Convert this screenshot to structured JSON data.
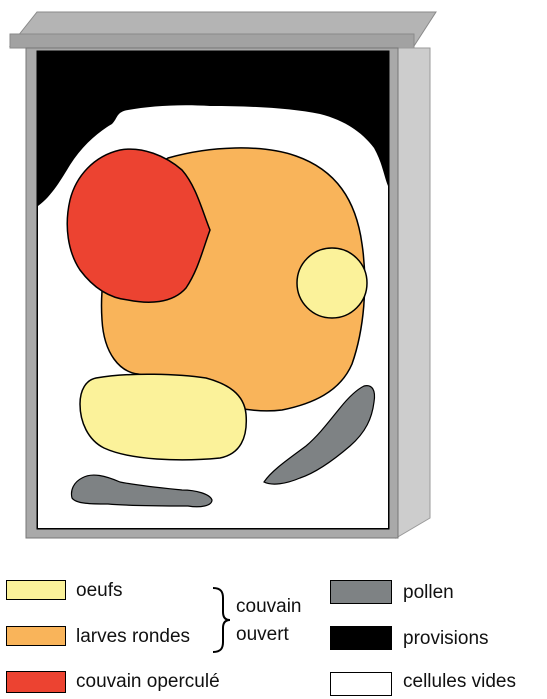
{
  "colors": {
    "oeufs": "#FBF29A",
    "larves_rondes": "#F9B45A",
    "couvain_opercule": "#EC4331",
    "pollen": "#7E8284",
    "provisions": "#000000",
    "cellules_vides": "#FFFFFF",
    "frame_side": "#C8C8C8",
    "frame_top": "#A6A6A6",
    "frame_edge": "#8A8A8A"
  },
  "legend": {
    "oeufs": "oeufs",
    "larves_rondes": "larves rondes",
    "couvain_opercule": "couvain operculé",
    "couvain_ouvert_line1": "couvain",
    "couvain_ouvert_line2": "ouvert",
    "pollen": "pollen",
    "provisions": "provisions",
    "cellules_vides": "cellules vides"
  }
}
